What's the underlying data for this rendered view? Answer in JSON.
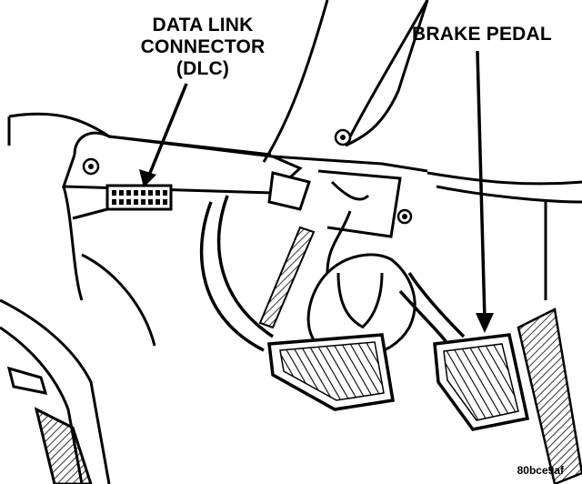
{
  "labels": {
    "dlc_line1": "DATA LINK",
    "dlc_line2": "CONNECTOR",
    "dlc_line3": "(DLC)",
    "brake_pedal": "BRAKE PEDAL",
    "figure_code": "80bce9af"
  },
  "colors": {
    "ink": "#000000",
    "paper": "#ffffff",
    "hatch": "#555555"
  }
}
